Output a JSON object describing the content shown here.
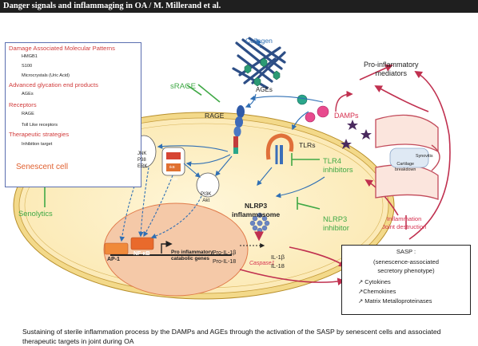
{
  "header": {
    "title": "Danger signals and inflammaging in OA / M. Millerand et al."
  },
  "legend": {
    "title": "Damage Associated Molecular Patterns",
    "items": [
      "HMGB1",
      "S100",
      "Microcrystals (Uric Acid)"
    ],
    "age_title": "Advanced glycation end products",
    "age_item": "AGEs",
    "receptors_title": "Receptors",
    "receptor_items": [
      "RAGE",
      "Toll Like receptors"
    ],
    "strategies_title": "Therapeutic strategies",
    "strategy_item": "Inhibition target"
  },
  "labels": {
    "collagen": "Collagen",
    "ages": "AGEs",
    "srage": "sRAGE",
    "rage": "RAGE",
    "damps": "DAMPs",
    "tlrs": "TLRs",
    "tlr4_line1": "TLR4",
    "tlr4_line2": "inhibitors",
    "pro_inflam_line1": "Pro-inflammatory",
    "pro_inflam_line2": "mediators",
    "senescent_cell": "Senescent cell",
    "senolytics": "Senolytics",
    "jnk": "JNK",
    "p38": "P38",
    "erk": "ERK",
    "ikb": "IkB",
    "nfkb_small": "NF-κB",
    "pi3k": "PI3K",
    "akt": "Akt",
    "nlrp3_line1": "NLRP3",
    "nlrp3_line2": "inflammasome",
    "nlrp3_inhibitor_line1": "NLRP3",
    "nlrp3_inhibitor_line2": "inhibitor",
    "ap1": "AP-1",
    "nfkb": "NF-κB",
    "genes_line1": "Pro inflammatory,",
    "genes_line2": "catabolic genes",
    "pro_il1b": "Pro-IL-1β",
    "pro_il18": "Pro-IL-18",
    "caspase1": "Caspase1",
    "il1b": "IL-1β",
    "il18": "IL-18",
    "synovitis": "Synovitis",
    "cartilage_line1": "Cartilage",
    "cartilage_line2": "breakdown",
    "inflammation_line1": "Inflammation",
    "inflammation_line2": "Joint destruction"
  },
  "sasp": {
    "title": "SASP :",
    "sub1": "(senescence-associated",
    "sub2": "secretory phenotype)",
    "items": [
      "↗ Cytokines",
      "↗Chemokines",
      "↗ Matrix Metalloproteinases"
    ]
  },
  "caption": "Sustaining of sterile inflammation process by the DAMPs and AGEs through the activation of  the SASP by senescent cells and associated therapeutic targets in joint during OA",
  "colors": {
    "red": "#d6304f",
    "green": "#3fa845",
    "blue": "#2f6fb4",
    "orange": "#e06030",
    "membrane": "#e8c85a"
  }
}
